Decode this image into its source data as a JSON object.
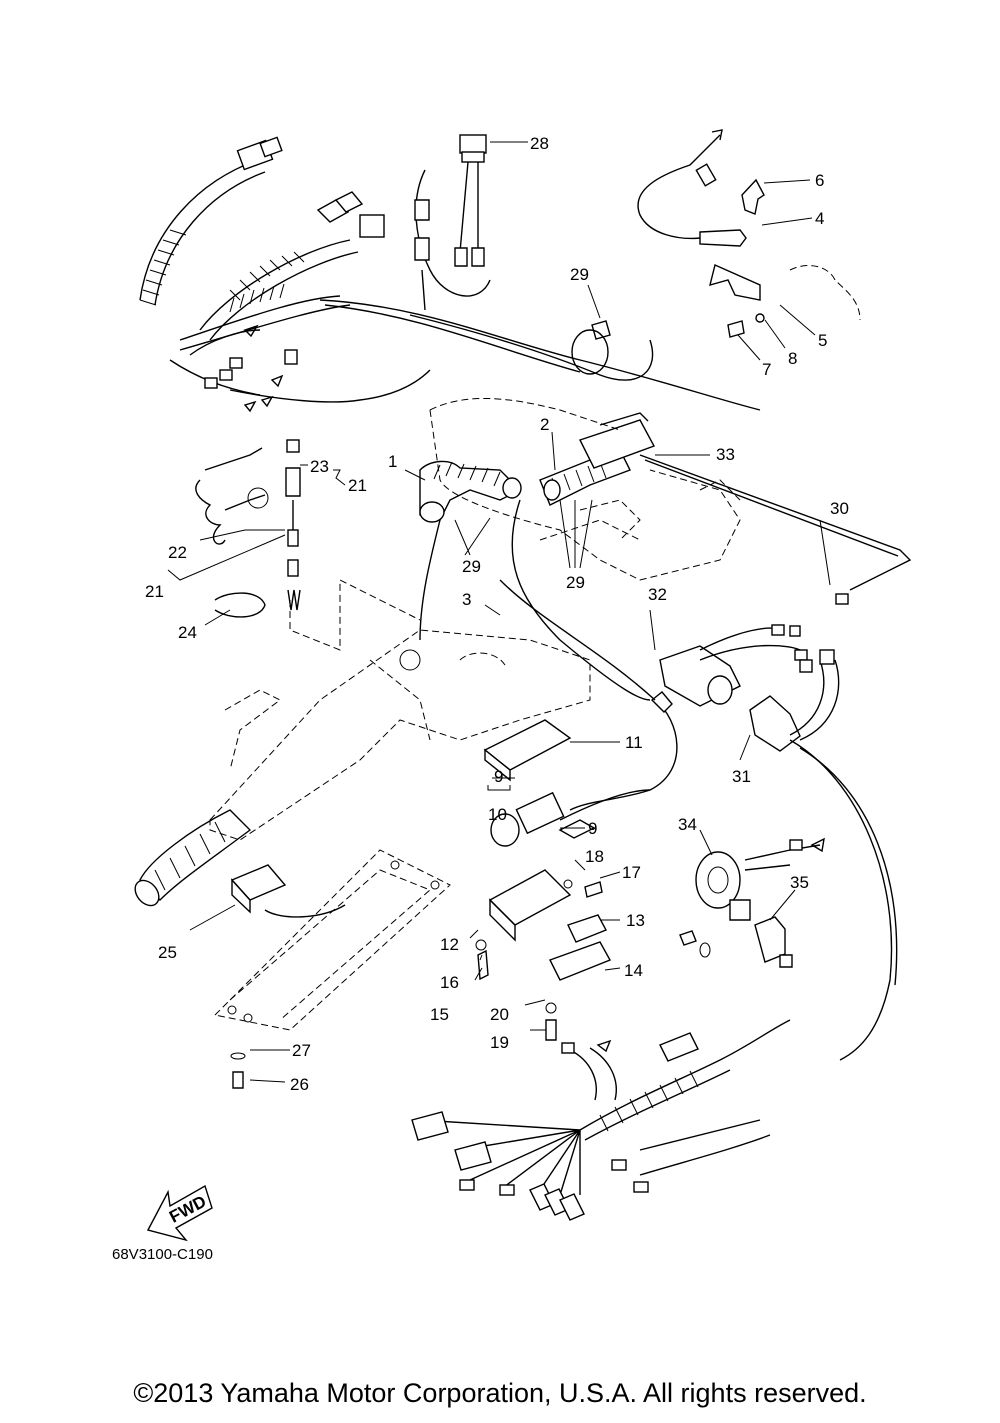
{
  "callouts": [
    "1",
    "2",
    "3",
    "4",
    "5",
    "6",
    "7",
    "8",
    "9",
    "10",
    "11",
    "12",
    "13",
    "14",
    "15",
    "16",
    "17",
    "18",
    "19",
    "20",
    "21",
    "22",
    "23",
    "24",
    "25",
    "26",
    "27",
    "28",
    "29",
    "30",
    "31",
    "32",
    "33",
    "34",
    "35"
  ],
  "extra_labels": {
    "nine_group": "9",
    "ten_group": "10",
    "twentyone_group": "21",
    "twentynine_b": "29",
    "twentynine_c": "29"
  },
  "fwd_label": "FWD",
  "diagram_code": "68V3100-C190",
  "copyright": "©2013 Yamaha Motor Corporation, U.S.A. All rights reserved."
}
